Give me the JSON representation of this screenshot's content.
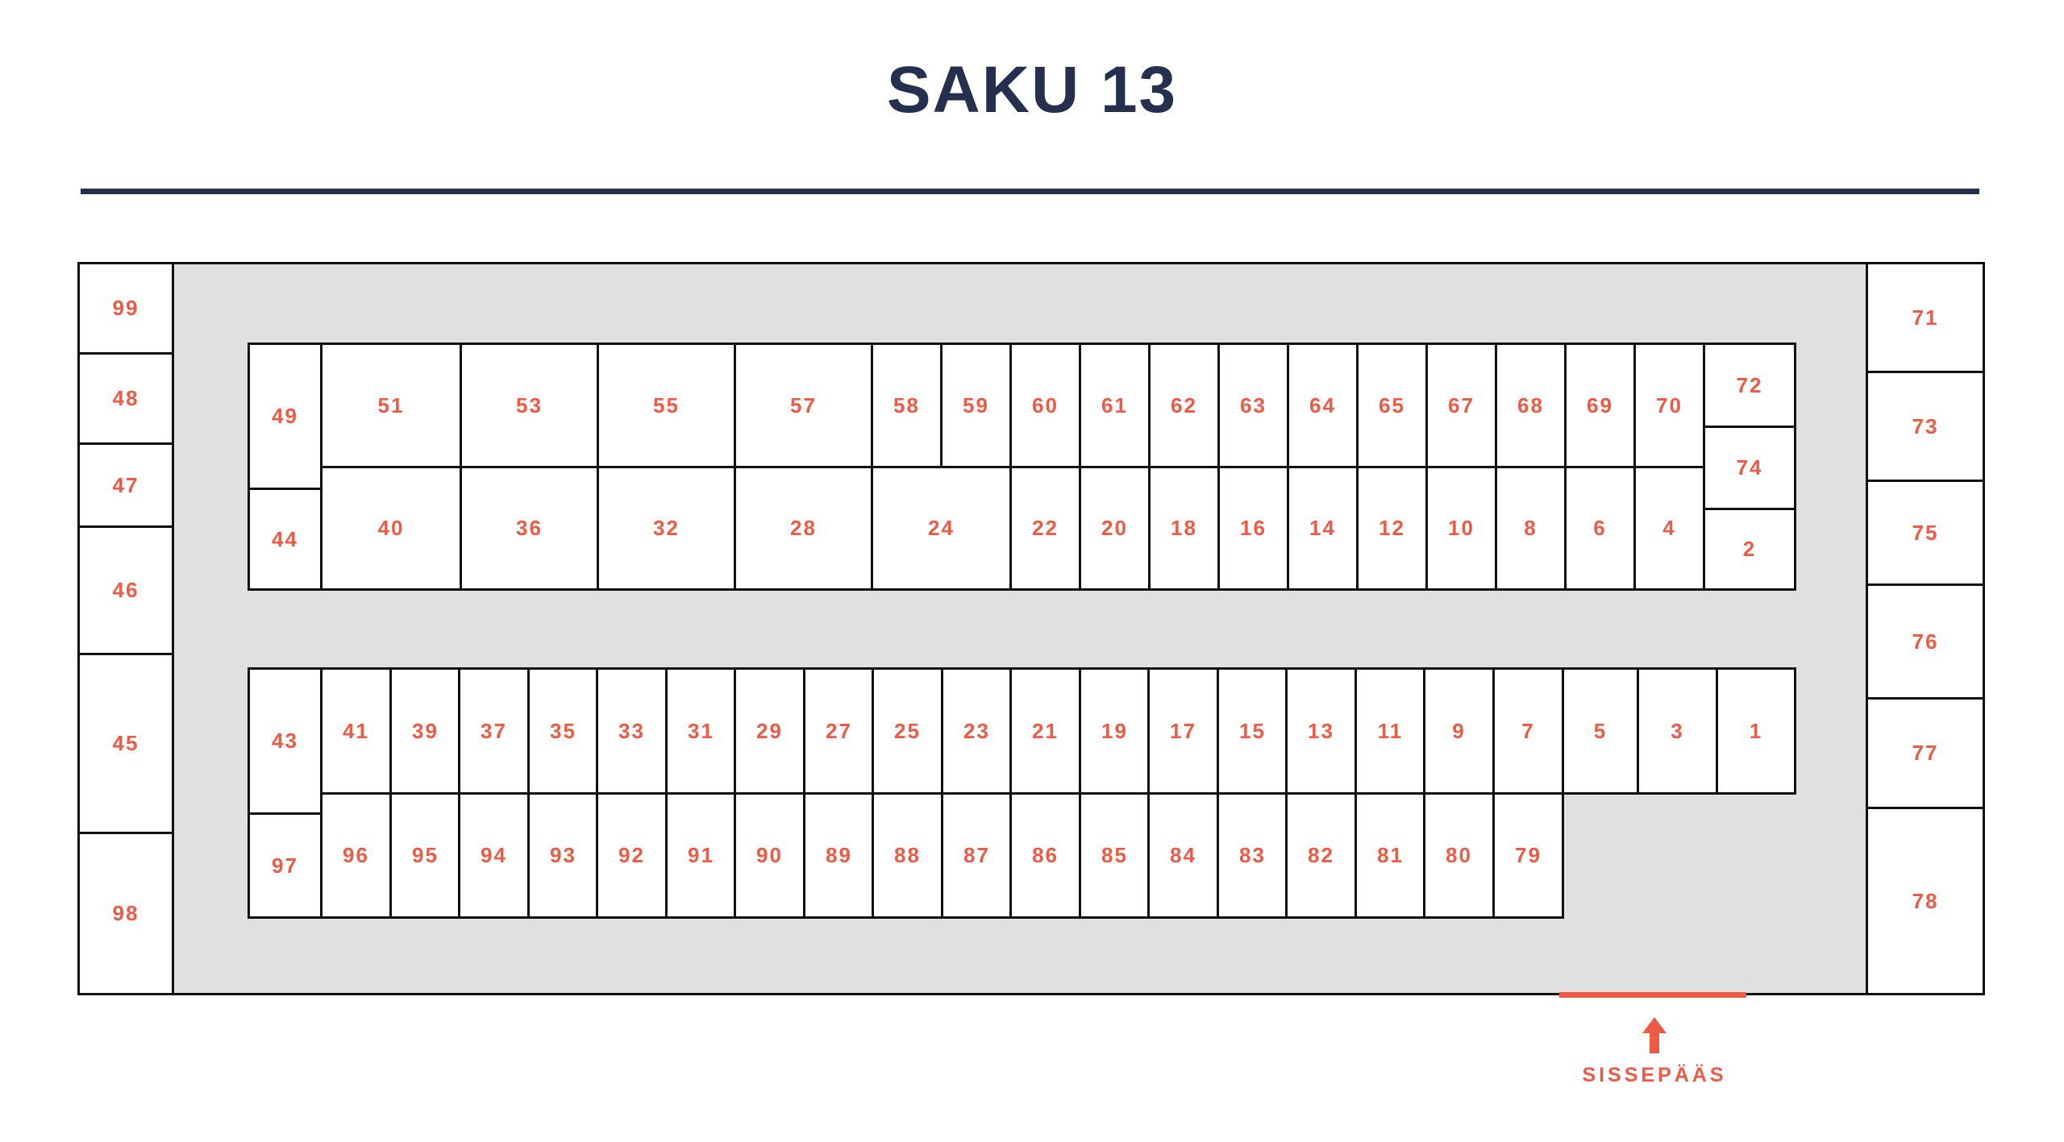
{
  "header": {
    "title": "SAKU 13"
  },
  "entrance": {
    "label": "SISSEPÄÄS"
  },
  "icons": {
    "entrance_arrow": "up-arrow"
  },
  "colors": {
    "navy": "#25304E",
    "orange": "#ED5A45",
    "floor_gray": "#E0E0E0",
    "outline_black": "#111111",
    "booth_fill": "#FFFFFF"
  },
  "regions": {
    "left_column": [
      "99",
      "48",
      "47",
      "46",
      "45",
      "98"
    ],
    "right_column": [
      "71",
      "73",
      "75",
      "76",
      "77",
      "78"
    ],
    "top_block": {
      "row1": [
        "49",
        "51",
        "53",
        "55",
        "57",
        "58",
        "59",
        "60",
        "61",
        "62",
        "63",
        "64",
        "65",
        "67",
        "68",
        "69",
        "70"
      ],
      "corner_column": [
        "72",
        "74",
        "2"
      ],
      "row2": [
        "44",
        "40",
        "36",
        "32",
        "28",
        "24",
        "22",
        "20",
        "18",
        "16",
        "14",
        "12",
        "10",
        "8",
        "6",
        "4"
      ]
    },
    "bottom_block": {
      "row1": [
        "43",
        "41",
        "39",
        "37",
        "35",
        "33",
        "31",
        "29",
        "27",
        "25",
        "23",
        "21",
        "19",
        "17",
        "15",
        "13",
        "11",
        "9",
        "7",
        "5",
        "3",
        "1"
      ],
      "row2": [
        "97",
        "96",
        "95",
        "94",
        "93",
        "92",
        "91",
        "90",
        "89",
        "88",
        "87",
        "86",
        "85",
        "84",
        "83",
        "82",
        "81",
        "80",
        "79"
      ]
    }
  }
}
